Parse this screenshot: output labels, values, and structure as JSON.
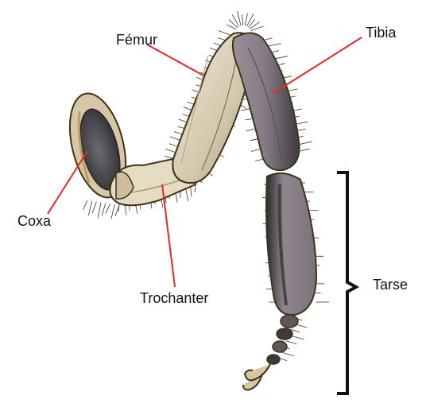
{
  "labels": {
    "femur": "Fémur",
    "tibia": "Tibia",
    "coxa": "Coxa",
    "trochanter": "Trochanter",
    "tarse": "Tarse"
  },
  "colors": {
    "leader_line": "#e8262b",
    "outline": "#3d3318",
    "femur_fill": "#d8cdb5",
    "tibia_fill": "#8c8089",
    "tarsus_fill": "#847c85",
    "coxa_dark": "#4e4e56",
    "bracket": "#111111"
  }
}
